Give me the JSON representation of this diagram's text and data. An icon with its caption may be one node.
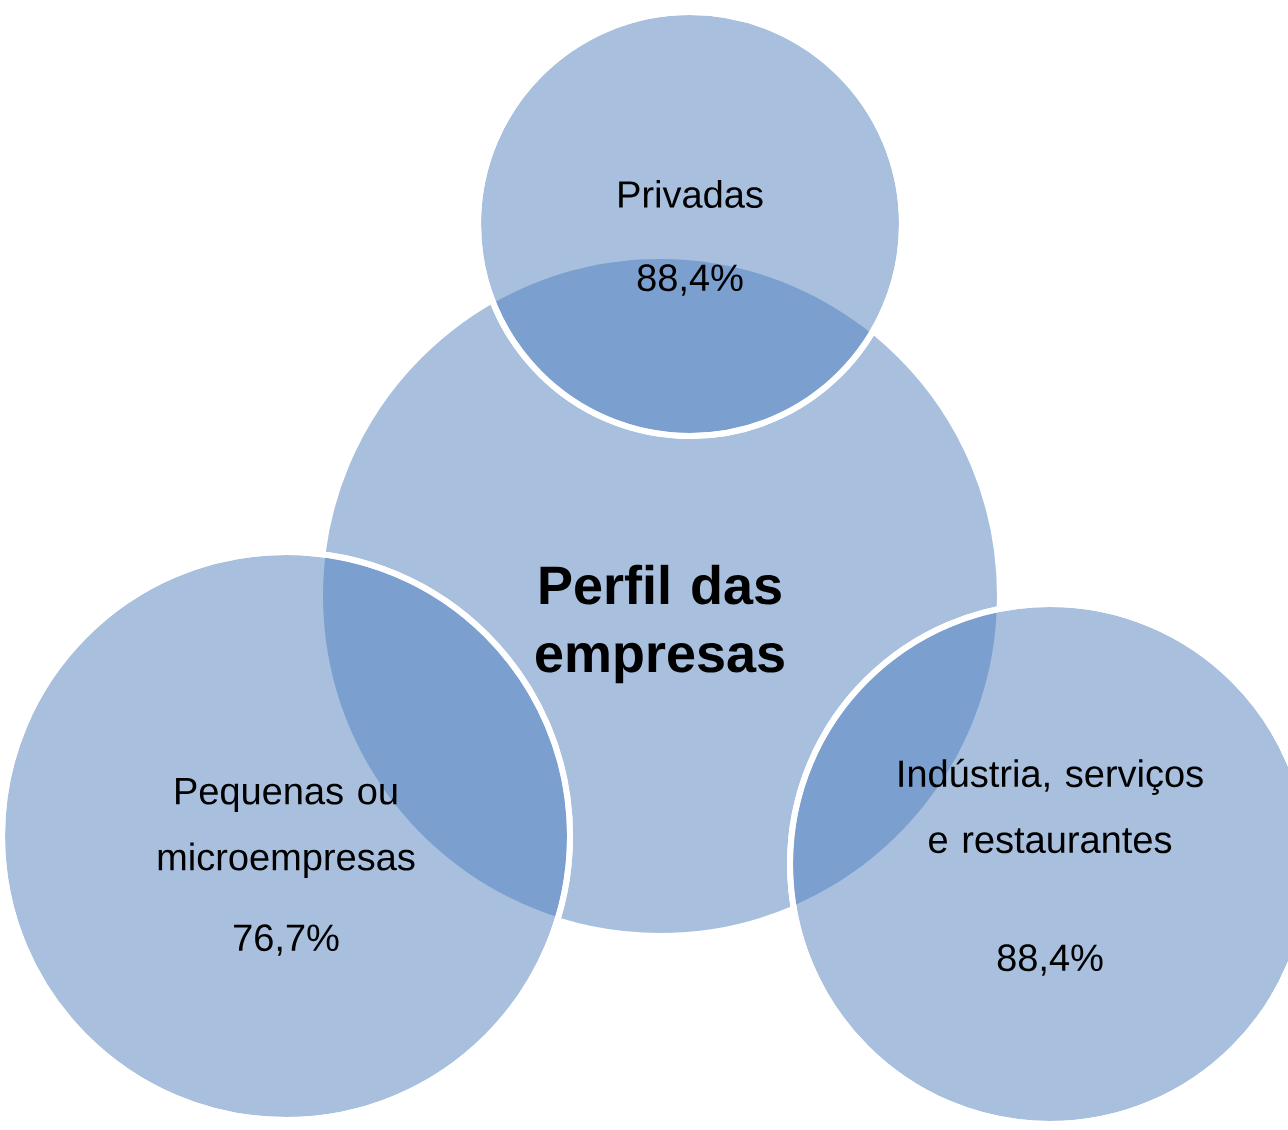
{
  "diagram": {
    "nodes": [
      {
        "text": [
          "Privadas",
          "88,4%"
        ]
      },
      {
        "text": [
          "Perfil das empresas"
        ]
      },
      {
        "text": [
          "Pequenas ou microempresas",
          "76,7%"
        ]
      },
      {
        "text": [
          "Indústria, serviços e restaurantes",
          "88,4%"
        ]
      }
    ]
  }
}
